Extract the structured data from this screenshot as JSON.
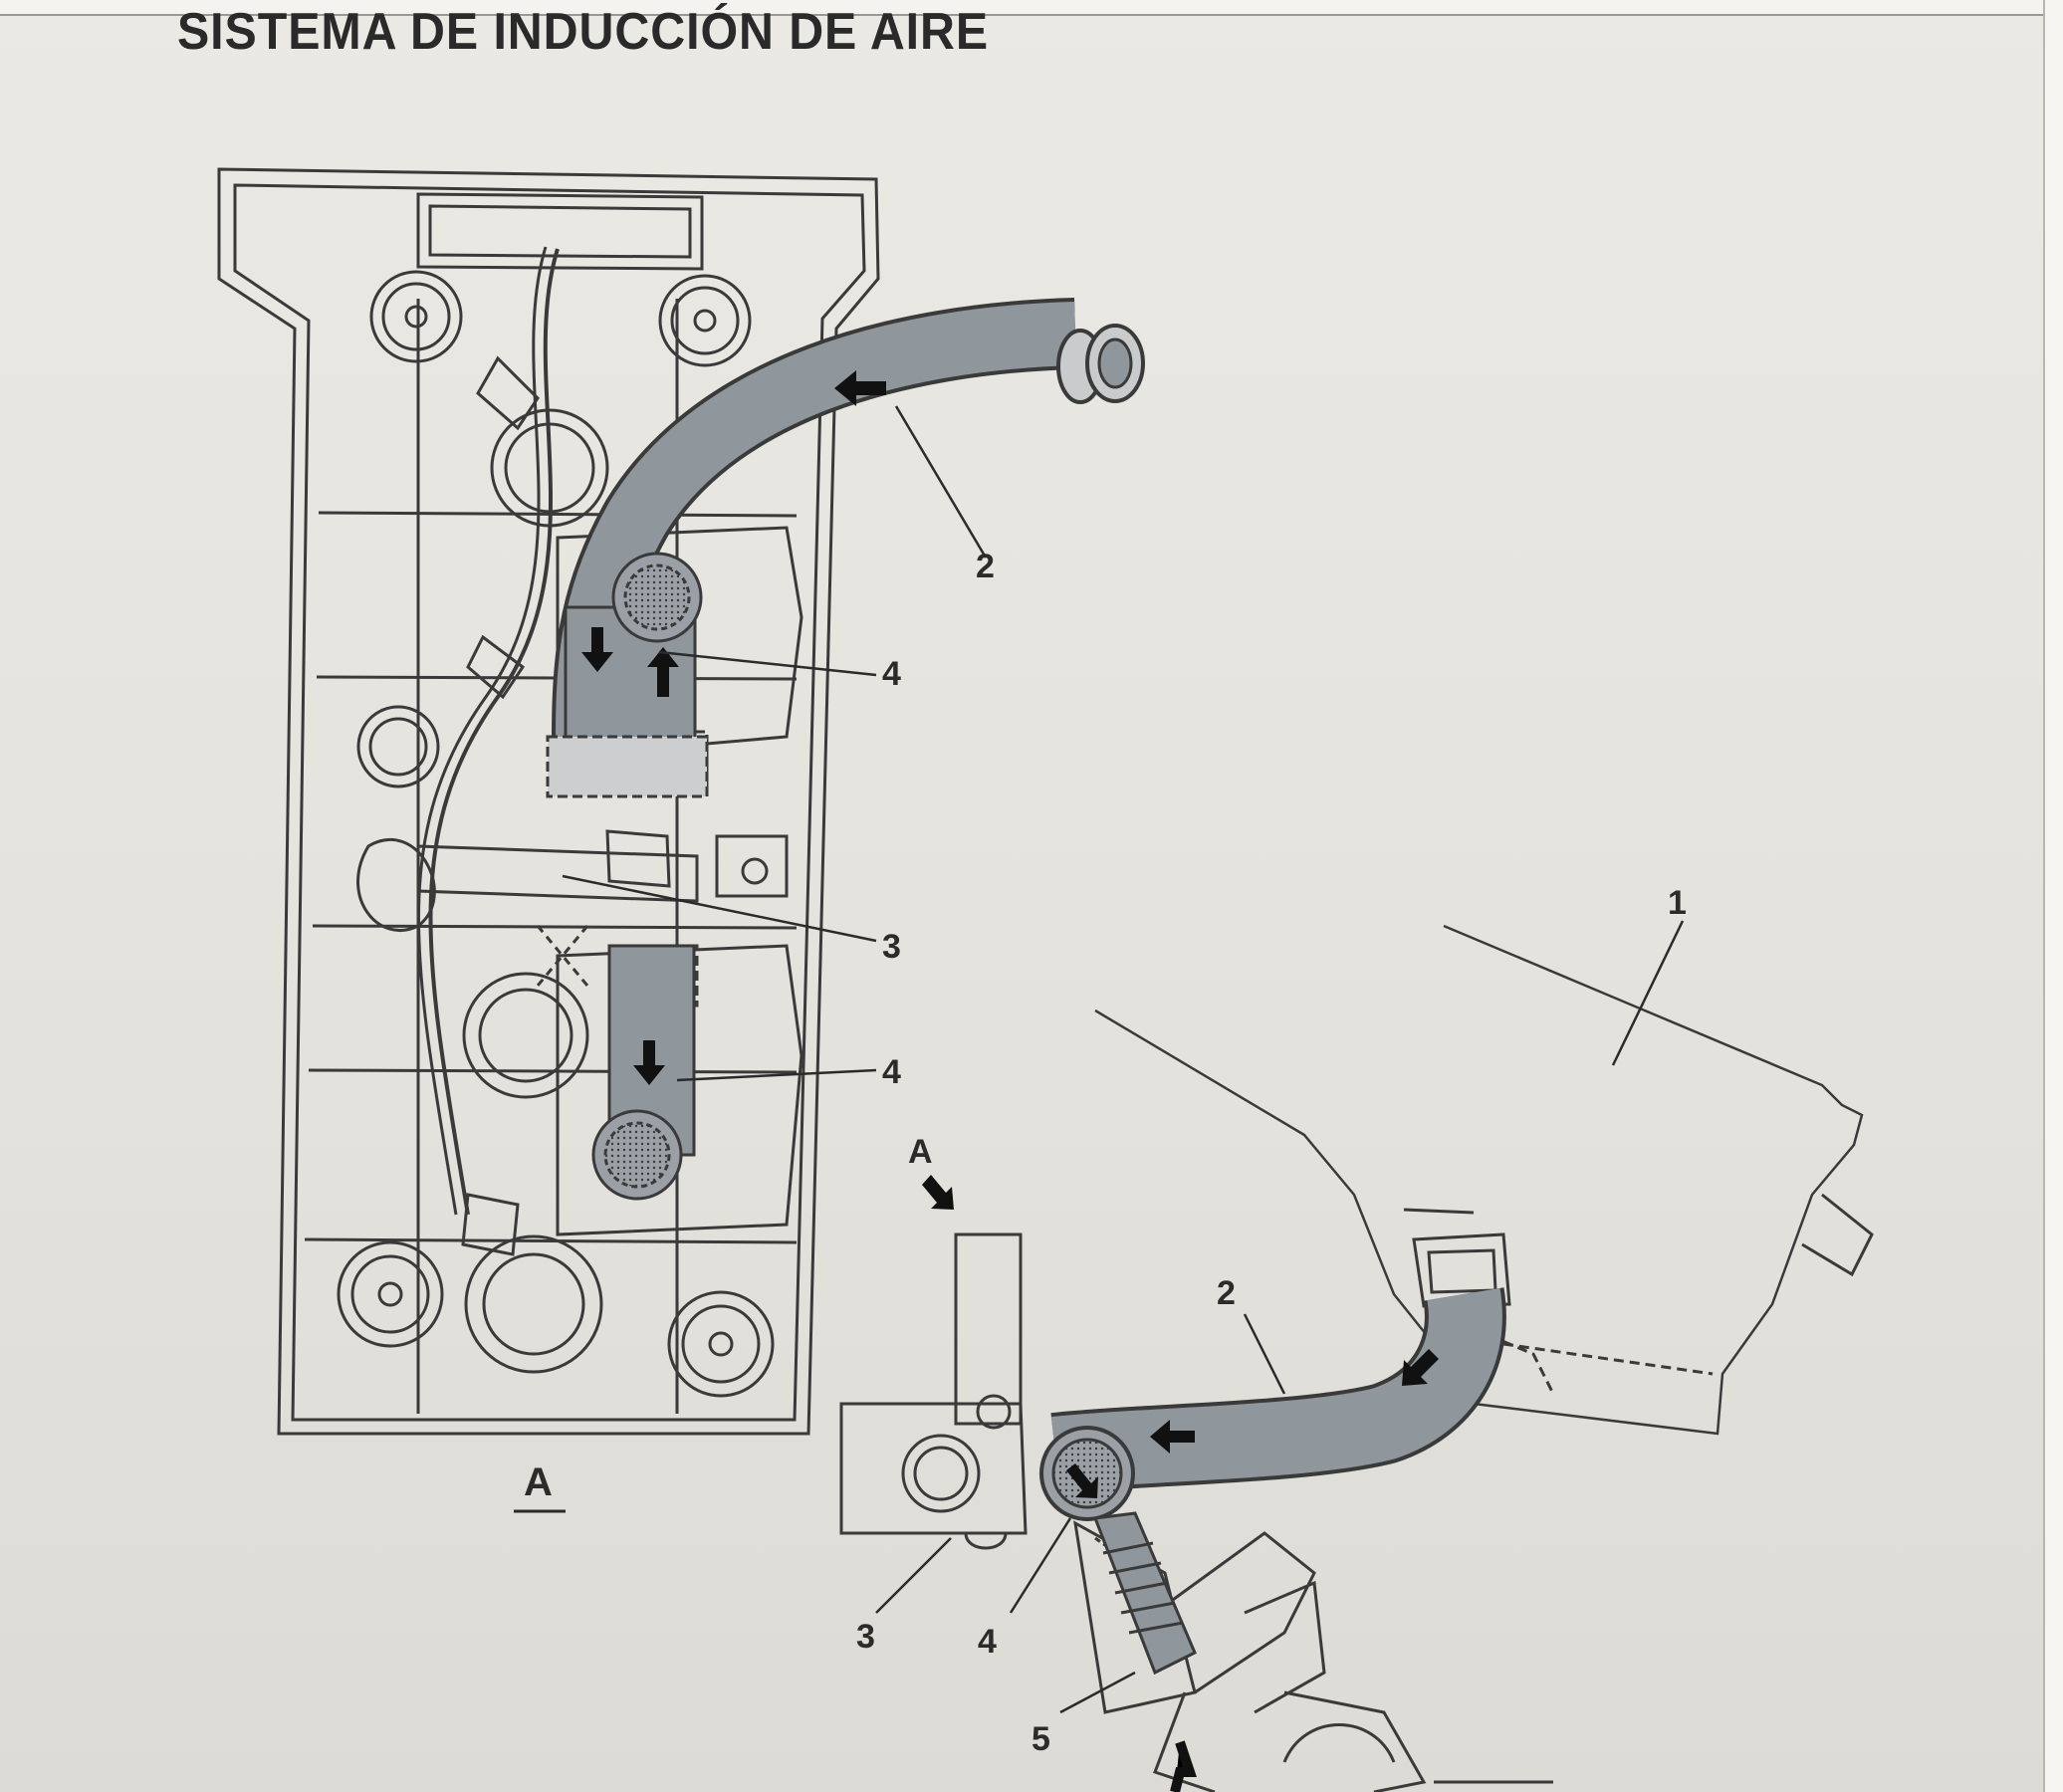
{
  "title": "SISTEMA DE INDUCCIÓN DE AIRE",
  "view_label": "A",
  "view_arrow_label": "A",
  "callouts": {
    "c1": "1",
    "c2_top": "2",
    "c2_bottom": "2",
    "c3_top": "3",
    "c3_bottom": "3",
    "c4_upper": "4",
    "c4_lower": "4",
    "c4_bottom": "4",
    "c5": "5"
  },
  "colors": {
    "line": "#3a3a3a",
    "hose_fill": "#8f969c",
    "paper": "#e7e5e0"
  }
}
